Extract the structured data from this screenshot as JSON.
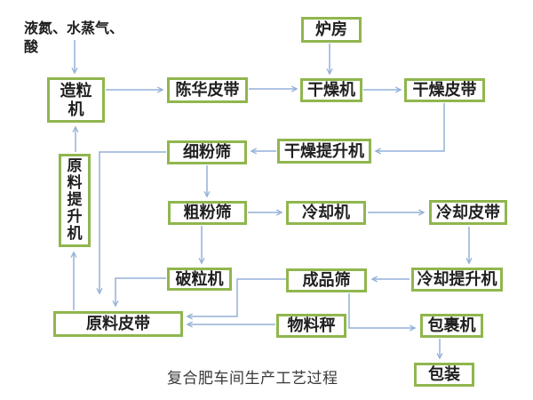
{
  "diagram": {
    "caption": "复合肥车间生产工艺过程",
    "source_label": "液氮、水蒸气、\n酸"
  },
  "nodes": {
    "furnace": {
      "label": "炉房"
    },
    "granulator": {
      "label": "造粒\n机"
    },
    "aging_belt": {
      "label": "陈华皮带"
    },
    "dryer": {
      "label": "干燥机"
    },
    "drying_belt": {
      "label": "干燥皮带"
    },
    "fine_sieve": {
      "label": "细粉筛"
    },
    "drying_elevator": {
      "label": "干燥提升机"
    },
    "raw_elevator": {
      "label": "原\n料\n提\n升\n机"
    },
    "coarse_sieve": {
      "label": "粗粉筛"
    },
    "cooler": {
      "label": "冷却机"
    },
    "cooling_belt": {
      "label": "冷却皮带"
    },
    "crusher": {
      "label": "破粒机"
    },
    "product_sieve": {
      "label": "成品筛"
    },
    "cooling_elevator": {
      "label": "冷却提升机"
    },
    "raw_belt": {
      "label": "原料皮带"
    },
    "scale": {
      "label": "物料秤"
    },
    "wrapper": {
      "label": "包裹机"
    },
    "packaging": {
      "label": "包装"
    }
  },
  "edges": [
    {
      "from": "液氮、水蒸气、酸",
      "to": "造粒机"
    },
    {
      "from": "造粒机",
      "to": "陈华皮带"
    },
    {
      "from": "陈华皮带",
      "to": "干燥机"
    },
    {
      "from": "炉房",
      "to": "干燥机"
    },
    {
      "from": "干燥机",
      "to": "干燥皮带"
    },
    {
      "from": "干燥皮带",
      "to": "干燥提升机"
    },
    {
      "from": "干燥提升机",
      "to": "细粉筛"
    },
    {
      "from": "细粉筛",
      "to": "粗粉筛"
    },
    {
      "from": "细粉筛",
      "to": "原料皮带"
    },
    {
      "from": "粗粉筛",
      "to": "冷却机"
    },
    {
      "from": "粗粉筛",
      "to": "破粒机"
    },
    {
      "from": "冷却机",
      "to": "冷却皮带"
    },
    {
      "from": "冷却皮带",
      "to": "冷却提升机"
    },
    {
      "from": "冷却提升机",
      "to": "成品筛"
    },
    {
      "from": "成品筛",
      "to": "原料皮带"
    },
    {
      "from": "成品筛",
      "to": "包裹机"
    },
    {
      "from": "物料秤",
      "to": "原料皮带"
    },
    {
      "from": "破粒机",
      "to": "原料皮带"
    },
    {
      "from": "原料皮带",
      "to": "原料提升机"
    },
    {
      "from": "原料提升机",
      "to": "造粒机"
    },
    {
      "from": "包裹机",
      "to": "包装"
    }
  ],
  "colors": {
    "box_border": "#90b64e",
    "arrow": "#94b1d8",
    "label_text": "#1f1f1f",
    "caption_text": "#3a3a3a",
    "background": "#ffffff"
  }
}
